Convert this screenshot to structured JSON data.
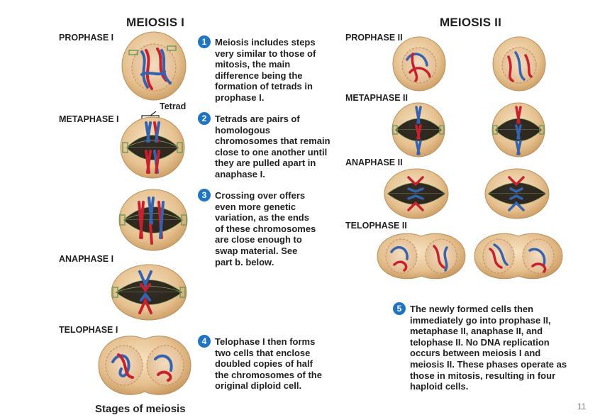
{
  "headers": {
    "meiosis1": "MEIOSIS I",
    "meiosis2": "MEIOSIS II"
  },
  "phases1": {
    "prophase": "PROPHASE I",
    "metaphase": "METAPHASE I",
    "anaphase": "ANAPHASE I",
    "telophase": "TELOPHASE I"
  },
  "phases2": {
    "prophase": "PROPHASE II",
    "metaphase": "METAPHASE II",
    "anaphase": "ANAPHASE II",
    "telophase": "TELOPHASE II"
  },
  "tetrad_label": "Tetrad",
  "steps": [
    {
      "num": "1",
      "lines": [
        "Meiosis includes steps",
        "very similar to those of",
        "mitosis, the main",
        "difference being the",
        "formation of tetrads in",
        "prophase I."
      ]
    },
    {
      "num": "2",
      "lines": [
        "Tetrads are pairs of",
        "homologous",
        "chromosomes that remain",
        "close to one another until",
        "they are pulled apart in",
        "anaphase I."
      ]
    },
    {
      "num": "3",
      "lines": [
        "Crossing over offers",
        "even more genetic",
        "variation, as the ends",
        "of these chromosomes",
        "are close enough to",
        "swap material. See",
        "part b. below."
      ]
    },
    {
      "num": "4",
      "lines": [
        "Telophase I then forms",
        "two cells that enclose",
        "doubled copies of half",
        "the chromosomes of the",
        "original diploid cell."
      ]
    },
    {
      "num": "5",
      "lines": [
        "The newly formed cells then",
        "immediately go into prophase II,",
        "metaphase II, anaphase II, and",
        "telophase II. No DNA replication",
        "occurs between meiosis I and",
        "meiosis II. These phases operate as",
        "those in mitosis, resulting in four",
        "haploid cells."
      ]
    }
  ],
  "caption": "Stages of meiosis",
  "page_number": "11",
  "colors": {
    "cell": "#e8c79a",
    "cell_edge": "#b8905e",
    "red": "#c8202e",
    "blue": "#3563b0",
    "spindle": "#6f9c5a",
    "badge": "#1f74c4"
  }
}
